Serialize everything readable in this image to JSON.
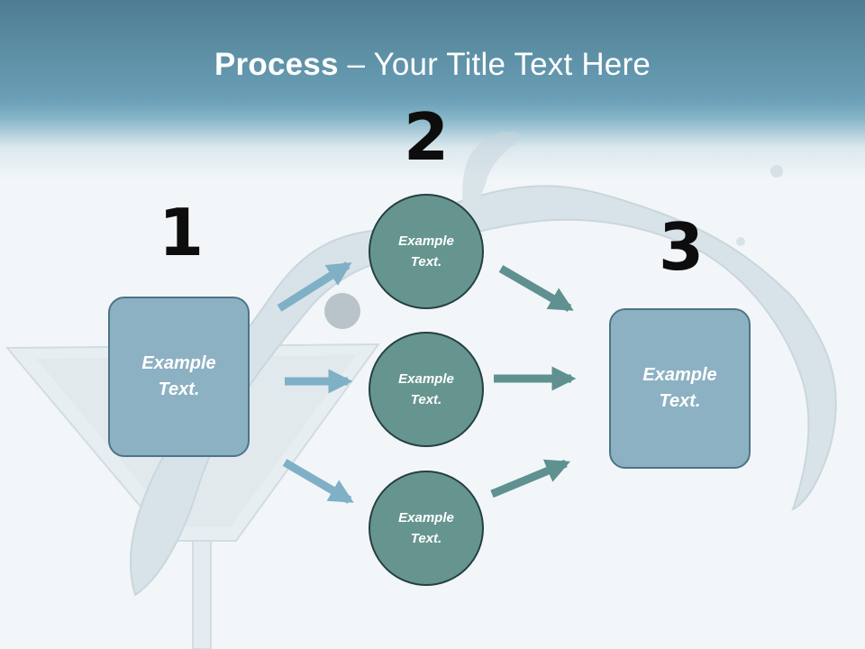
{
  "title": {
    "bold": "Process",
    "rest": " – Your Title Text Here"
  },
  "steps": {
    "one": "1",
    "two": "2",
    "three": "3"
  },
  "boxes": {
    "left": "Example\nText.",
    "right": "Example\nText."
  },
  "circles": {
    "top": "Example\nText.",
    "middle": "Example\nText.",
    "bottom": "Example\nText."
  },
  "colors": {
    "header": "#5e91a8",
    "box_fill": "#8cb1c3",
    "circle_fill": "#66958f",
    "arrow_left": "#7fb0c6",
    "arrow_right": "#5e9190"
  }
}
